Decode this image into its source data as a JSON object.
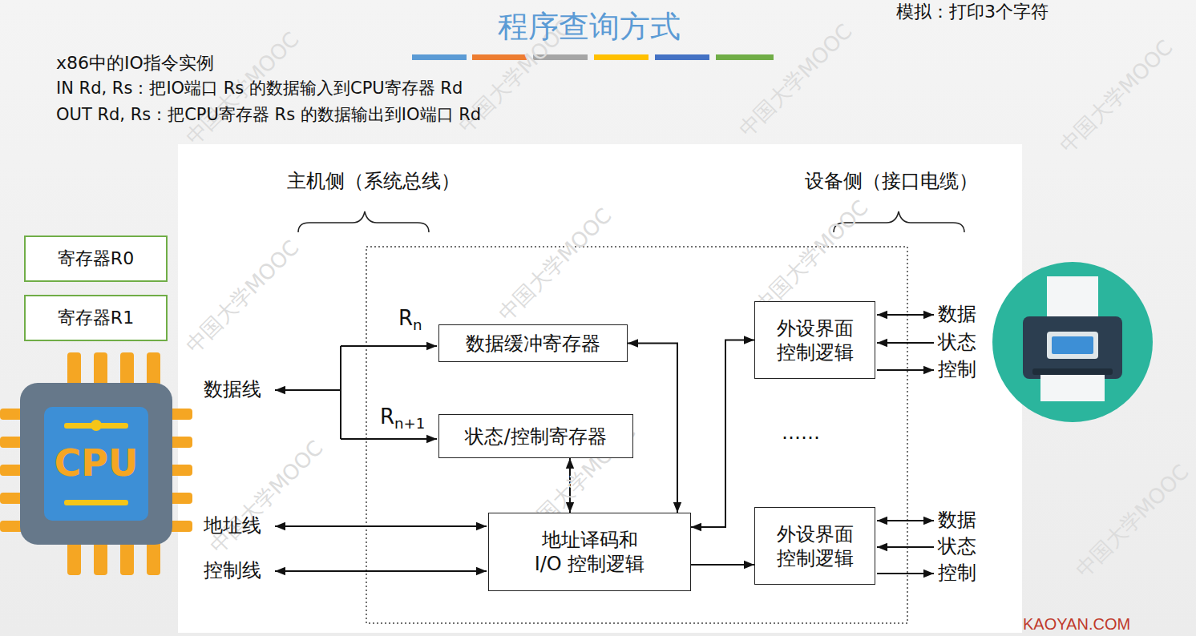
{
  "diagram": {
    "title": "程序查询方式",
    "nodes": [
      {
        "text": [
          "寄存器R0"
        ]
      },
      {
        "text": [
          "寄存器R1"
        ]
      },
      {
        "text": [
          "CPU"
        ]
      },
      {
        "text": [
          "数据缓冲寄存器"
        ]
      },
      {
        "text": [
          "状态/控制寄存器"
        ]
      },
      {
        "text": [
          "地址译码和 I/O 控制逻辑"
        ]
      },
      {
        "text": [
          "外设界面 控制逻辑"
        ]
      },
      {
        "text": [
          "外设界面 控制逻辑"
        ]
      }
    ],
    "edges": [
      {
        "from": 3,
        "to": 5,
        "arrow": "both"
      },
      {
        "from": 4,
        "to": 5,
        "arrow": "both"
      },
      {
        "from": 5,
        "to": 6,
        "arrow": "both"
      },
      {
        "from": 5,
        "to": 7,
        "arrow": "to"
      }
    ],
    "labels": [
      "模拟：打印3个字符",
      "x86中的IO指令实例",
      "IN Rd, Rs：把IO端口 Rs 的数据输入到CPU寄存器 Rd",
      "OUT Rd, Rs：把CPU寄存器 Rs 的数据输出到IO端口 Rd",
      "主机侧（系统总线）",
      "设备侧（接口电缆）",
      "Rn",
      "Rn+1",
      "数据线",
      "地址线",
      "控制线",
      "数据",
      "状态",
      "控制",
      "数据",
      "状态",
      "控制",
      "……",
      "KAOYAN.COM",
      "中国大学MOOC",
      "中国大学MOOC",
      "中国大学MOOC",
      "中国大学MOOC",
      "中国大学MOOC",
      "中国大学MOOC",
      "中国大学MOOC",
      "中国大学MOOC",
      "中国大学MOOC",
      "中国大学MOOC"
    ]
  }
}
